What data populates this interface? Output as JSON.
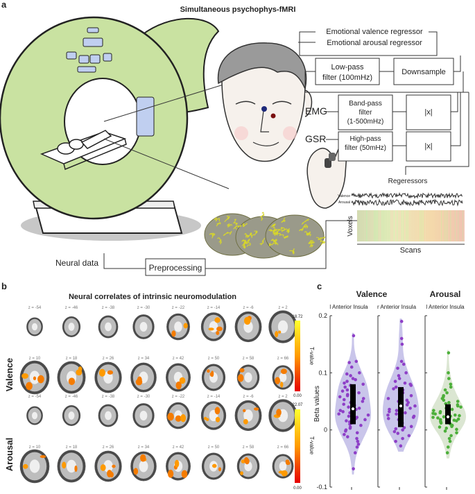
{
  "panel_a": {
    "label": "a",
    "title": "Simultaneous psychophys-fMRI",
    "regressors": [
      "Emotional valence regressor",
      "Emotional arousal regressor"
    ],
    "lowpass": [
      "Low-pass",
      "filter (100mHz)"
    ],
    "downsample": "Downsample",
    "emg": "EMG",
    "gsr": "GSR",
    "bandpass": [
      "Band-pass",
      "filter",
      "(1-500mHz)"
    ],
    "highpass": [
      "High-pass",
      "filter (50mHz)"
    ],
    "abs1": "|x|",
    "abs2": "|x|",
    "regressors_label": "Regeressors",
    "valence_short": "Valence",
    "arousal_short": "Arousal",
    "voxels": "Voxels",
    "scans": "Scans",
    "neural_data": "Neural data",
    "preprocessing": "Preprocessing"
  },
  "panel_b": {
    "label": "b",
    "title": "Neural correlates of intrinsic neuromodulation",
    "rows": [
      {
        "name": "Valence",
        "cbar_max": "18.72",
        "cbar_min": "0.00",
        "cbar_label": "T-value"
      },
      {
        "name": "Arousal",
        "cbar_max": "22.07",
        "cbar_min": "0.00",
        "cbar_label": "T-value"
      }
    ],
    "z_top": [
      "z = -54",
      "z = -46",
      "z = -38",
      "z = -30",
      "z = -22",
      "z = -14",
      "z = -6",
      "z = 2"
    ],
    "z_bottom": [
      "z = 10",
      "z = 18",
      "z = 26",
      "z = 34",
      "z = 42",
      "z = 50",
      "z = 58",
      "z = 66"
    ]
  },
  "panel_c": {
    "label": "c",
    "groups": [
      {
        "title": "Valence",
        "subtitles": [
          "l Anterior Insula",
          "r Anterior Insula"
        ]
      },
      {
        "title": "Arousal",
        "subtitles": [
          "l Anterior Insula"
        ]
      }
    ]
  },
  "chart_data": {
    "type": "violin",
    "ylabel": "Beta values",
    "ylim": [
      -0.1,
      0.2
    ],
    "yticks": [
      -0.1,
      0,
      0.1,
      0.2
    ],
    "series": [
      {
        "name": "l Anterior Insula",
        "color": "#8e3fc7",
        "fill": "#c9c5ea",
        "median": 0.037,
        "q1": 0.01,
        "q3": 0.08,
        "values": [
          0.165,
          0.12,
          0.118,
          0.11,
          0.1,
          0.098,
          0.095,
          0.09,
          0.088,
          0.085,
          0.082,
          0.08,
          0.078,
          0.075,
          0.072,
          0.07,
          0.068,
          0.065,
          0.062,
          0.06,
          0.058,
          0.055,
          0.053,
          0.05,
          0.048,
          0.045,
          0.043,
          0.04,
          0.038,
          0.036,
          0.034,
          0.032,
          0.03,
          0.028,
          0.026,
          0.024,
          0.022,
          0.02,
          0.018,
          0.016,
          0.014,
          0.012,
          0.01,
          0.008,
          0.005,
          0.003,
          0.0,
          -0.002,
          -0.005,
          -0.008,
          -0.012,
          -0.015,
          -0.02,
          -0.025,
          -0.03,
          -0.04,
          -0.068
        ]
      },
      {
        "name": "r Anterior Insula",
        "color": "#8e3fc7",
        "fill": "#c9c5ea",
        "median": 0.042,
        "q1": 0.005,
        "q3": 0.075,
        "values": [
          0.19,
          0.16,
          0.15,
          0.12,
          0.115,
          0.108,
          0.1,
          0.095,
          0.09,
          0.085,
          0.082,
          0.08,
          0.078,
          0.075,
          0.072,
          0.07,
          0.068,
          0.065,
          0.062,
          0.06,
          0.058,
          0.055,
          0.052,
          0.05,
          0.048,
          0.046,
          0.044,
          0.042,
          0.04,
          0.038,
          0.036,
          0.034,
          0.032,
          0.03,
          0.028,
          0.026,
          0.024,
          0.022,
          0.02,
          0.018,
          0.015,
          0.012,
          0.01,
          0.008,
          0.006,
          0.004,
          0.002,
          0.0,
          -0.003,
          -0.006,
          -0.01,
          -0.015,
          -0.02,
          -0.028
        ]
      },
      {
        "name": "l Anterior Insula",
        "color": "#4caf3a",
        "fill": "#dbe6d2",
        "median": 0.023,
        "q1": 0.01,
        "q3": 0.045,
        "values": [
          0.135,
          0.1,
          0.09,
          0.08,
          0.075,
          0.07,
          0.065,
          0.06,
          0.058,
          0.055,
          0.052,
          0.05,
          0.048,
          0.046,
          0.044,
          0.042,
          0.04,
          0.038,
          0.036,
          0.035,
          0.034,
          0.032,
          0.03,
          0.029,
          0.028,
          0.026,
          0.025,
          0.024,
          0.023,
          0.022,
          0.021,
          0.02,
          0.019,
          0.018,
          0.017,
          0.016,
          0.015,
          0.014,
          0.012,
          0.011,
          0.01,
          0.008,
          0.006,
          0.005,
          0.003,
          0.001,
          -0.002,
          -0.005,
          -0.01,
          -0.015,
          -0.02,
          -0.03,
          -0.04
        ]
      }
    ]
  }
}
